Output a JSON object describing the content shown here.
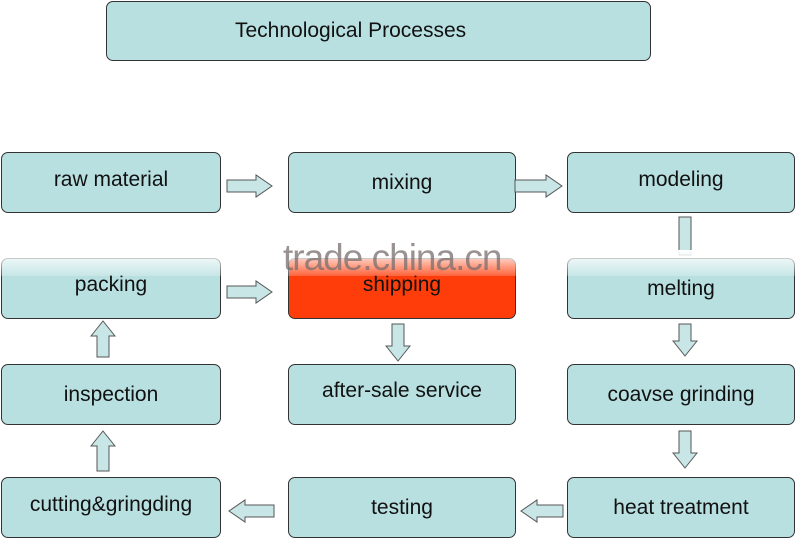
{
  "title": "Technological Processes",
  "steps": {
    "raw_material": "raw material",
    "mixing": "mixing",
    "modeling": "modeling",
    "melting": "melting",
    "coarse_grinding": "coavse grinding",
    "heat_treatment": "heat treatment",
    "testing": "testing",
    "cutting": "cutting&gringding",
    "inspection": "inspection",
    "packing": "packing",
    "shipping": "shipping",
    "after_sale": "after-sale service"
  },
  "colors": {
    "box": "#b9e0e1",
    "highlight": "#ff3d0a"
  },
  "watermark": "trade.china.cn"
}
